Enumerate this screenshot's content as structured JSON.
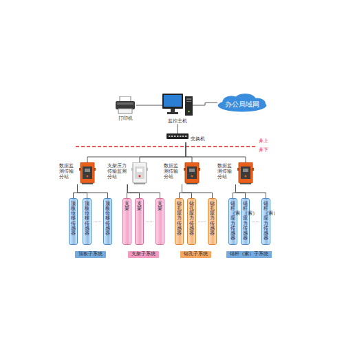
{
  "diagram": {
    "nodes": [
      {
        "text": [
          "打印机"
        ]
      },
      {
        "text": [
          "监控主机"
        ]
      },
      {
        "text": [
          "办公局域网"
        ]
      },
      {
        "text": [
          "交换机"
        ]
      },
      {
        "text": [
          "数据监测传输分站"
        ]
      },
      {
        "text": [
          "支架压力传输监测分站"
        ]
      },
      {
        "text": [
          "数据监测传输分站"
        ]
      },
      {
        "text": [
          "数据监测传输分站"
        ]
      },
      {
        "text": [
          "顶板位移传感器"
        ]
      },
      {
        "text": [
          "顶板位移传感器"
        ]
      },
      {
        "text": [
          "顶板位移传感器"
        ]
      },
      {
        "text": [
          "支架"
        ]
      },
      {
        "text": [
          "支架"
        ]
      },
      {
        "text": [
          "支架"
        ]
      },
      {
        "text": [
          "钻孔应力传感器"
        ]
      },
      {
        "text": [
          "钻孔应力传感器"
        ]
      },
      {
        "text": [
          "钻孔应力传感器"
        ]
      },
      {
        "text": [
          "锚杆（索）应力传感器"
        ]
      },
      {
        "text": [
          "锚杆（索）应力传感器"
        ]
      },
      {
        "text": [
          "锚杆（索）应力传感器"
        ]
      },
      {
        "text": [
          "顶板子系统"
        ]
      },
      {
        "text": [
          "支架子系统"
        ]
      },
      {
        "text": [
          "钻孔子系统"
        ]
      },
      {
        "text": [
          "锚杆（索）子系统"
        ]
      }
    ],
    "edges": [
      {
        "from": 0,
        "to": 1,
        "arrow": "none"
      },
      {
        "from": 1,
        "to": 2,
        "arrow": "none"
      },
      {
        "from": 1,
        "to": 3,
        "arrow": "none"
      },
      {
        "from": 3,
        "to": 4,
        "arrow": "none"
      },
      {
        "from": 3,
        "to": 5,
        "arrow": "none"
      },
      {
        "from": 3,
        "to": 6,
        "arrow": "none"
      },
      {
        "from": 3,
        "to": 7,
        "arrow": "none"
      },
      {
        "from": 4,
        "to": 8,
        "arrow": "none"
      },
      {
        "from": 4,
        "to": 9,
        "arrow": "none"
      },
      {
        "from": 4,
        "to": 10,
        "arrow": "none"
      },
      {
        "from": 5,
        "to": 11,
        "arrow": "none"
      },
      {
        "from": 5,
        "to": 12,
        "arrow": "none"
      },
      {
        "from": 5,
        "to": 13,
        "arrow": "none"
      },
      {
        "from": 6,
        "to": 14,
        "arrow": "none"
      },
      {
        "from": 6,
        "to": 15,
        "arrow": "none"
      },
      {
        "from": 6,
        "to": 16,
        "arrow": "none"
      },
      {
        "from": 7,
        "to": 17,
        "arrow": "none"
      },
      {
        "from": 7,
        "to": 18,
        "arrow": "none"
      },
      {
        "from": 7,
        "to": 19,
        "arrow": "none"
      }
    ],
    "labels": [
      "井上",
      "井下",
      "......",
      "......",
      "......",
      "......"
    ]
  }
}
